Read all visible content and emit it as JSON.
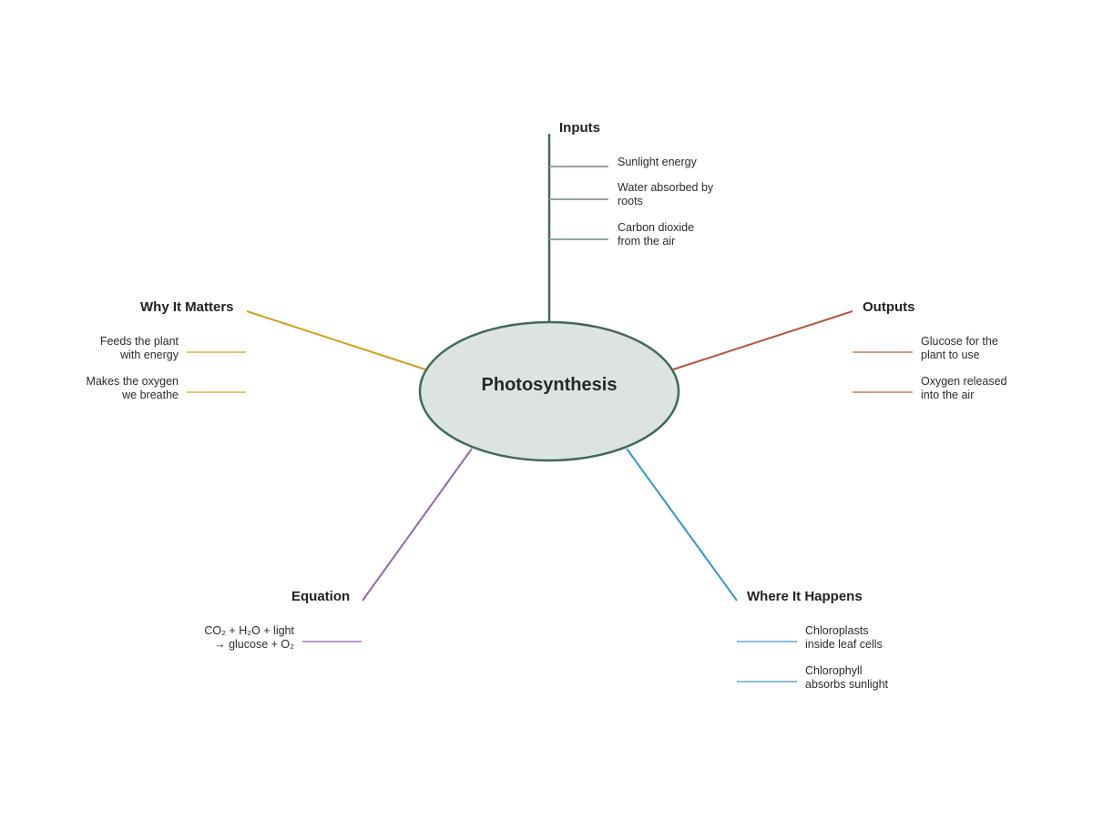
{
  "center": {
    "label": "Photosynthesis",
    "color": "#3f6b58",
    "fill": "#dde3df"
  },
  "branches": {
    "inputs": {
      "title": "Inputs",
      "color": "#3f6b58",
      "leaf_color": "#8fa89d",
      "leaves": [
        {
          "lines": [
            "Sunlight energy"
          ]
        },
        {
          "lines": [
            "Water absorbed by",
            "roots"
          ]
        },
        {
          "lines": [
            "Carbon dioxide",
            "from the air"
          ]
        }
      ]
    },
    "outputs": {
      "title": "Outputs",
      "color": "#b8563a",
      "leaf_color": "#d89a85",
      "leaves": [
        {
          "lines": [
            "Glucose for the",
            "plant to use"
          ]
        },
        {
          "lines": [
            "Oxygen released",
            "into the air"
          ]
        }
      ]
    },
    "where": {
      "title": "Where It Happens",
      "color": "#3a95c9",
      "leaf_color": "#86bfe0",
      "leaves": [
        {
          "lines": [
            "Chloroplasts",
            "inside leaf cells"
          ]
        },
        {
          "lines": [
            "Chlorophyll",
            "absorbs sunlight"
          ]
        }
      ]
    },
    "equation": {
      "title": "Equation",
      "color": "#8e6aab",
      "leaf_color": "#b69bca",
      "leaves": [
        {
          "lines": [
            "CO₂ + H₂O + light",
            "→ glucose + O₂"
          ]
        }
      ]
    },
    "why": {
      "title": "Why It Matters",
      "color": "#cfa11f",
      "leaf_color": "#e3c76e",
      "leaves": [
        {
          "lines": [
            "Feeds the plant",
            "with energy"
          ]
        },
        {
          "lines": [
            "Makes the oxygen",
            "we breathe"
          ]
        }
      ]
    }
  }
}
